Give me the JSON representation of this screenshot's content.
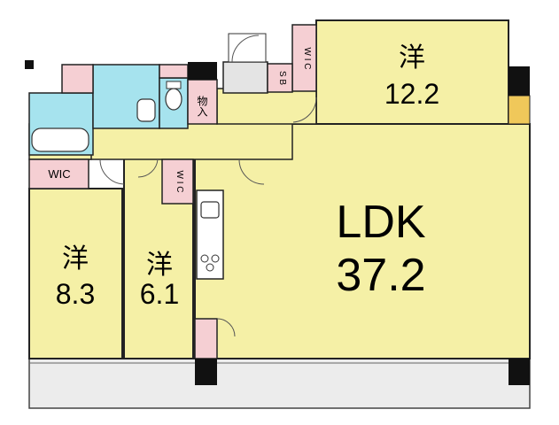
{
  "rooms": {
    "western_ne": {
      "name": "洋",
      "size": "12.2"
    },
    "ldk": {
      "name": "LDK",
      "size": "37.2"
    },
    "western_sw": {
      "name": "洋",
      "size": "8.3"
    },
    "western_s": {
      "name": "洋",
      "size": "6.1"
    }
  },
  "closets": {
    "wic_top": "W I C",
    "sb": "S B",
    "storage": "物入",
    "wic_left": "WIC",
    "wic_small": "W I C"
  },
  "colors": {
    "room_fill": "#f5f0a6",
    "wet_area": "#a6e3ee",
    "closet": "#f5cfd3",
    "balcony": "#ececec",
    "wall": "#111111"
  }
}
